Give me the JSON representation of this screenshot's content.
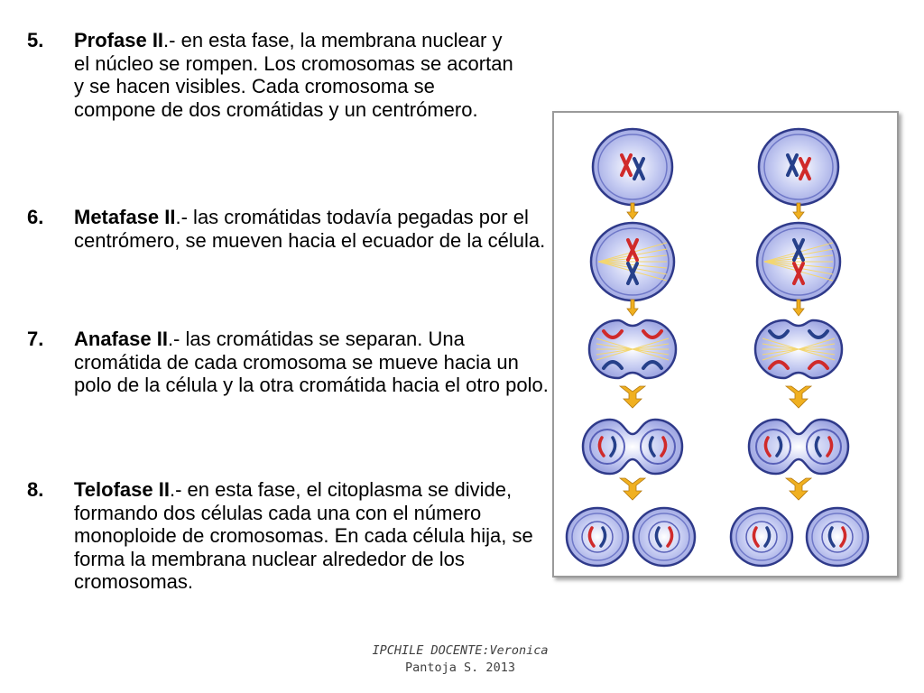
{
  "items": [
    {
      "number": "5.",
      "title": "Profase II",
      "rest": ".- en esta fase, la membrana nuclear y el núcleo se rompen.  Los cromosomas se acortan y se hacen visibles.  Cada cromosoma se compone de dos cromátidas y un centrómero."
    },
    {
      "number": "6.",
      "title": "Metafase II",
      "rest": ".- las cromátidas todavía pegadas por el centrómero, se mueven hacia el ecuador de la célula."
    },
    {
      "number": "7.",
      "title": "Anafase II",
      "rest": ".- las cromátidas se separan.  Una cromátida de cada cromosoma se mueve hacia un polo de la célula y la otra cromátida hacia el otro polo."
    },
    {
      "number": "8.",
      "title": "Telofase II",
      "rest": ".- en esta fase, el citoplasma se divide, formando dos células cada una con el número monoploide de cromosomas.  En cada célula hija, se forma la membrana nuclear alrededor de los cromosomas."
    }
  ],
  "footer": {
    "line1": "IPCHILE  DOCENTE:Veronica",
    "line2": "Pantoja S. 2013"
  },
  "colors": {
    "cell_fill": "#9aa2e0",
    "cell_edge": "#2f3a8a",
    "arrow": "#f0b020",
    "chrom_red": "#d02a2a",
    "chrom_blue": "#26408a"
  }
}
